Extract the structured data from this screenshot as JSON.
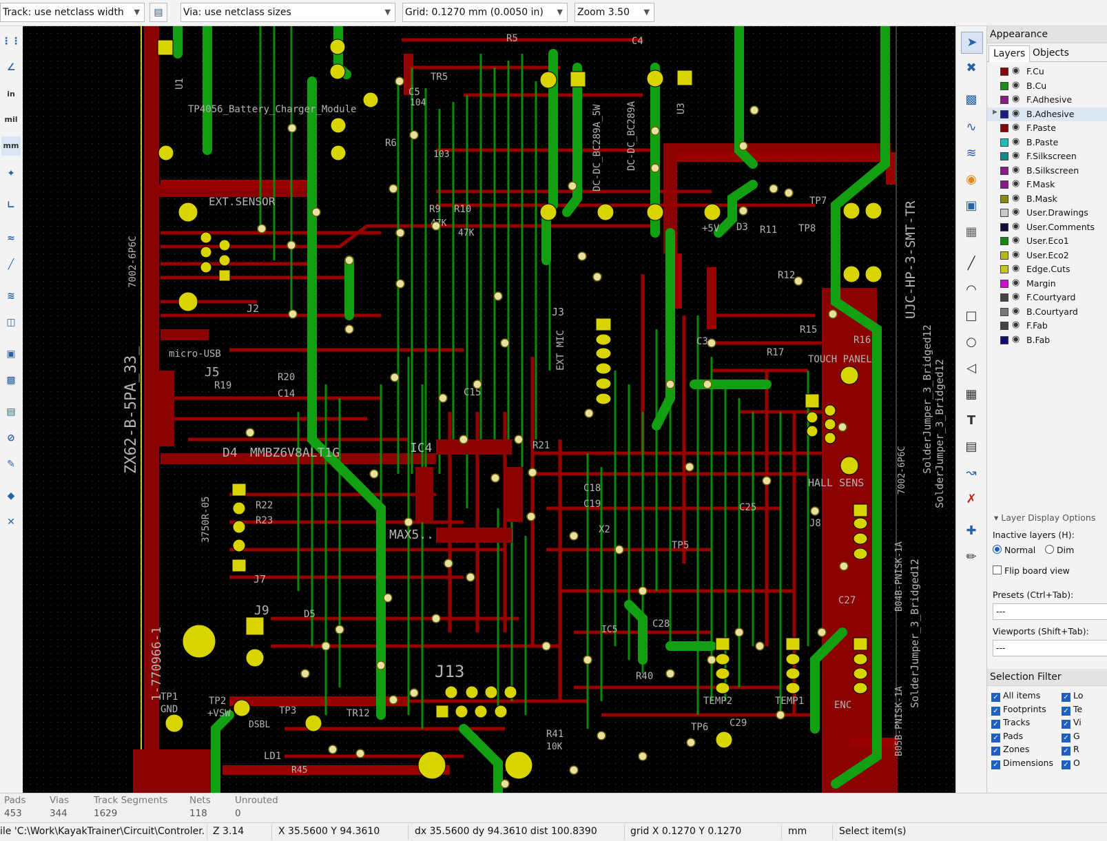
{
  "toolbar": {
    "track_width": "Track: use netclass width",
    "via_size": "Via: use netclass sizes",
    "grid": "Grid: 0.1270 mm (0.0050 in)",
    "zoom": "Zoom 3.50"
  },
  "left_tools": {
    "inch": "in",
    "mil": "mil",
    "mm": "mm"
  },
  "board_text": {
    "u1_ref": "U1",
    "u1_value": "TP4056_Battery_Charger_Module",
    "ext_sensor": "EXT.SENSOR",
    "j2": "J2",
    "conn_7002": "7002-6P6C",
    "micro_usb": "micro-USB",
    "j5": "J5",
    "d4": "D4",
    "mmbz": "MMBZ6V8ALT1G",
    "zx62": "ZX62-B-5PA_33_",
    "j7": "J7",
    "r3750": "3750R-05",
    "j9": "J9",
    "d5": "D5",
    "tp1": "TP1",
    "gnd": "GND",
    "tp2": "TP2",
    "vsw": "+VSW",
    "tp3": "TP3",
    "dsbl": "DSBL",
    "ld1": "LD1",
    "r770": "1-770966-1",
    "j13": "J13",
    "ic4": "IC4",
    "max": "MAX5...",
    "j3": "J3",
    "ext_mic": "EXT MIC",
    "tp7": "TP7",
    "touch": "TOUCH PANEL",
    "hall": "HALL SENS",
    "temp2": "TEMP2",
    "temp1": "TEMP1",
    "enc": "ENC",
    "ujc": "UJC-HP-3-SMT-TR",
    "solder1": "SolderJumper_3_Bridged12",
    "solder2": "SolderJumper_3_Bridged12",
    "b04b": "B04B-PNISK-1A",
    "r7002b": "7002-6P6C",
    "b05b": "B05B-PNISK-1A",
    "dcdc1": "DC-DC_BC289A_5W",
    "dcdc2": "DC-DC_BC289A",
    "u3": "U3",
    "j8": "J8",
    "x2": "X2",
    "ic5": "IC5",
    "tr5": "TR5",
    "tr12": "TR12",
    "r9": "R9",
    "r10": "R10",
    "c15": "C15",
    "c25": "C25",
    "c27": "C27",
    "c28": "C28",
    "c29": "C29",
    "r22": "R22",
    "r23": "R23",
    "r19": "R19",
    "r20": "R20",
    "c14": "C14",
    "r21": "R21",
    "c18": "C18",
    "c19": "C19",
    "r15": "R15",
    "r16": "R16",
    "r17": "R17",
    "c3": "C3",
    "d3": "D3",
    "tp8": "TP8",
    "r12": "R12",
    "r11": "R11",
    "r6": "R6",
    "c5": "C5",
    "c4": "C4",
    "r5": "R5",
    "v5": "+5V",
    "tp5": "TP5",
    "tp6": "TP6",
    "r41": "R41",
    "r40": "R40",
    "r45": "R45",
    "k47": "47K",
    "k10": "10K",
    "c104": "104",
    "c103": "103"
  },
  "right_tools": {
    "text_tool": "T"
  },
  "appearance": {
    "title": "Appearance",
    "tab_layers": "Layers",
    "tab_objects": "Objects",
    "layers": [
      {
        "name": "F.Cu",
        "color": "#8a0000"
      },
      {
        "name": "B.Cu",
        "color": "#1a8a1a"
      },
      {
        "name": "F.Adhesive",
        "color": "#8a1a8a"
      },
      {
        "name": "B.Adhesive",
        "color": "#1a1a8a"
      },
      {
        "name": "F.Paste",
        "color": "#8a0000"
      },
      {
        "name": "B.Paste",
        "color": "#1abebe"
      },
      {
        "name": "F.Silkscreen",
        "color": "#108a8a"
      },
      {
        "name": "B.Silkscreen",
        "color": "#8a1a8a"
      },
      {
        "name": "F.Mask",
        "color": "#8a1a8a"
      },
      {
        "name": "B.Mask",
        "color": "#8a8a10"
      },
      {
        "name": "User.Drawings",
        "color": "#c8c8c8"
      },
      {
        "name": "User.Comments",
        "color": "#10103a"
      },
      {
        "name": "User.Eco1",
        "color": "#108a10"
      },
      {
        "name": "User.Eco2",
        "color": "#b8b810"
      },
      {
        "name": "Edge.Cuts",
        "color": "#c8c810"
      },
      {
        "name": "Margin",
        "color": "#c810c8"
      },
      {
        "name": "F.Courtyard",
        "color": "#444444"
      },
      {
        "name": "B.Courtyard",
        "color": "#777777"
      },
      {
        "name": "F.Fab",
        "color": "#444444"
      },
      {
        "name": "B.Fab",
        "color": "#101070"
      }
    ],
    "layer_display_options": "Layer Display Options",
    "inactive_layers": "Inactive layers (H):",
    "normal": "Normal",
    "dim": "Dim",
    "flip_board": "Flip board view",
    "presets": "Presets (Ctrl+Tab):",
    "presets_value": "---",
    "viewports": "Viewports (Shift+Tab):",
    "viewports_value": "---"
  },
  "selection_filter": {
    "title": "Selection Filter",
    "items_left": [
      "All items",
      "Footprints",
      "Tracks",
      "Pads",
      "Zones",
      "Dimensions"
    ],
    "items_right": [
      "Lo",
      "Te",
      "Vi",
      "G",
      "R",
      "O"
    ]
  },
  "stats": {
    "pads_label": "Pads",
    "pads": "453",
    "vias_label": "Vias",
    "vias": "344",
    "tracks_label": "Track Segments",
    "tracks": "1629",
    "nets_label": "Nets",
    "nets": "118",
    "unrouted_label": "Unrouted",
    "unrouted": "0"
  },
  "status": {
    "file": "ile 'C:\\Work\\KayakTrainer\\Circuit\\Controler...",
    "z": "Z 3.14",
    "xy": "X 35.5600  Y 94.3610",
    "delta": "dx 35.5600  dy 94.3610  dist 100.8390",
    "grid": "grid X 0.1270  Y 0.1270",
    "units": "mm",
    "message": "Select item(s)"
  }
}
